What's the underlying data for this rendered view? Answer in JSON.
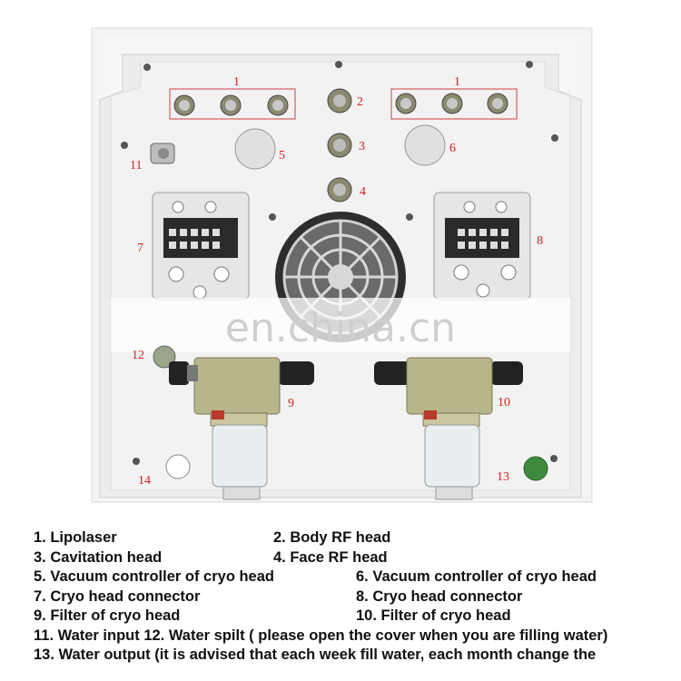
{
  "diagram": {
    "watermark": "en.china.cn",
    "callouts": [
      "1",
      "1",
      "2",
      "3",
      "4",
      "5",
      "6",
      "7",
      "8",
      "9",
      "10",
      "11",
      "12",
      "13",
      "14"
    ]
  },
  "legend": {
    "r1a": "1. Lipolaser",
    "r1b": "2. Body RF head",
    "r2a": "3. Cavitation head",
    "r2b": "4. Face RF head",
    "r3a": "5. Vacuum controller of cryo head",
    "r3b": "6. Vacuum controller of cryo head",
    "r4a": "7. Cryo head connector",
    "r4b": "8. Cryo head connector",
    "r5a": "9. Filter of cryo head",
    "r5b": "10. Filter of cryo head",
    "r6": "11. Water input   12. Water spilt ( please open the cover when you are filling water)",
    "r7": "13. Water output (it is advised that each week fill water, each month change the"
  }
}
